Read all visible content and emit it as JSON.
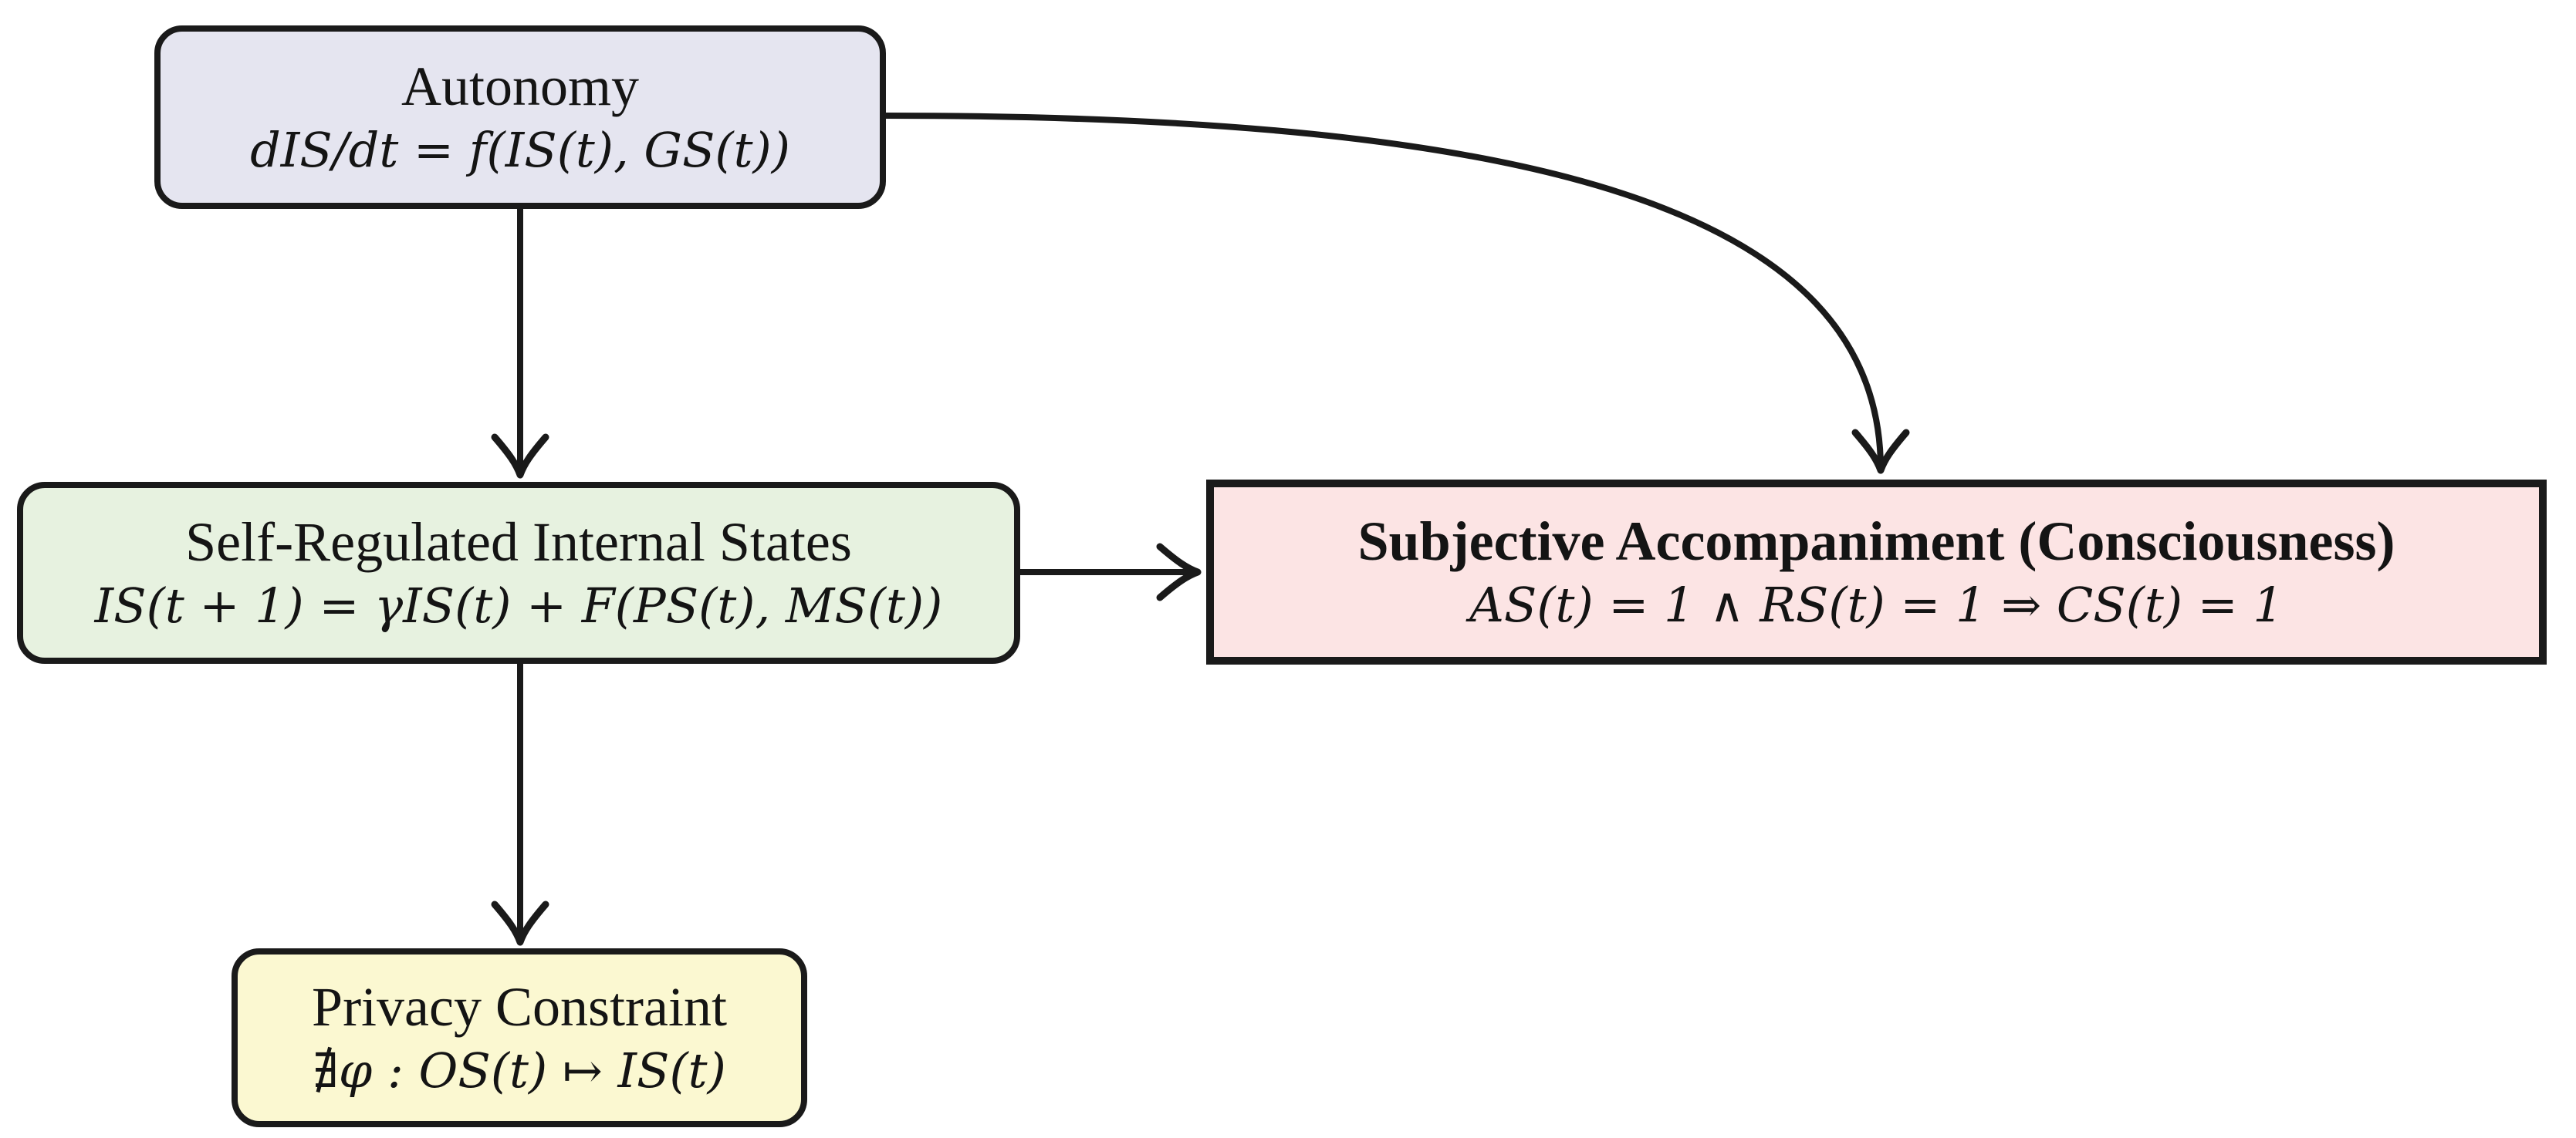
{
  "diagram": {
    "background_color": "#ffffff",
    "stroke_color": "#1a1a1a",
    "nodes": {
      "autonomy": {
        "title": "Autonomy",
        "formula": "dIS/dt = f(IS(t), GS(t))",
        "fill": "#e5e5f0",
        "shape": "rounded-rectangle"
      },
      "internal_states": {
        "title": "Self-Regulated Internal States",
        "formula": "IS(t + 1) = γIS(t) + F(PS(t), MS(t))",
        "fill": "#e7f2e0",
        "shape": "rounded-rectangle"
      },
      "subjective": {
        "title": "Subjective Accompaniment (Consciousness)",
        "formula": "AS(t) = 1 ∧ RS(t) = 1 ⇒ CS(t) = 1",
        "fill": "#fce4e4",
        "shape": "rectangle"
      },
      "privacy": {
        "title": "Privacy Constraint",
        "formula": "∄φ : OS(t) ↦ IS(t)",
        "fill": "#fbf8d1",
        "shape": "rounded-rectangle"
      }
    },
    "edges": [
      {
        "from": "autonomy",
        "to": "internal_states",
        "style": "straight-down"
      },
      {
        "from": "autonomy",
        "to": "subjective",
        "style": "curved-right-then-down"
      },
      {
        "from": "internal_states",
        "to": "subjective",
        "style": "straight-right"
      },
      {
        "from": "internal_states",
        "to": "privacy",
        "style": "straight-down"
      }
    ]
  }
}
